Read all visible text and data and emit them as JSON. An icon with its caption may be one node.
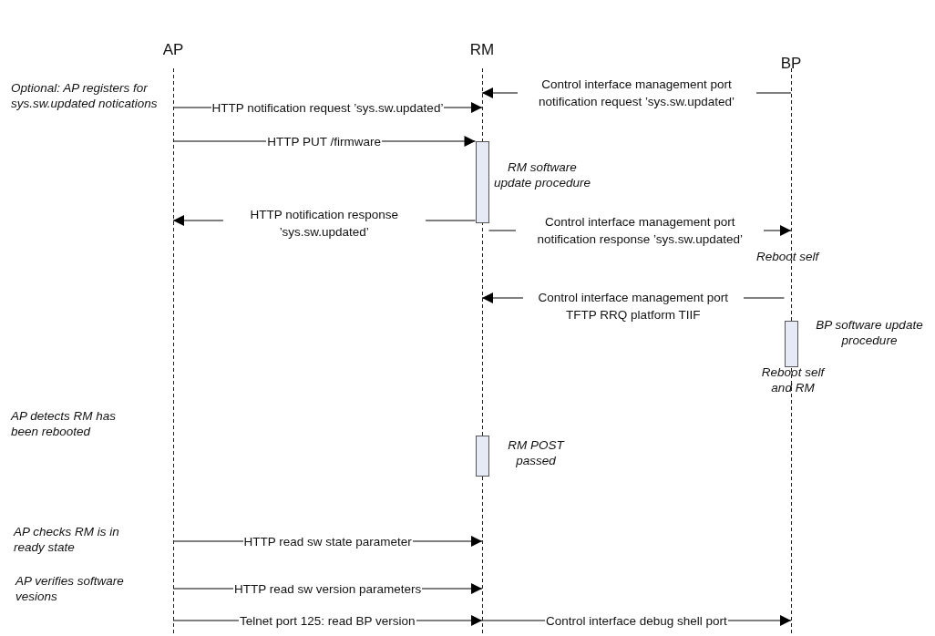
{
  "diagram": {
    "nodes": [
      {
        "text": [
          "AP"
        ]
      },
      {
        "text": [
          "RM"
        ]
      },
      {
        "text": [
          "BP"
        ]
      },
      {
        "text": [],
        "shape": "bar",
        "in": 1,
        "beside": [
          "RM software update procedure"
        ]
      },
      {
        "text": [],
        "shape": "bar",
        "in": 2
      },
      {
        "text": [],
        "shape": "bar",
        "in": 1
      }
    ],
    "edges": [
      {
        "from": 0,
        "to": 1,
        "arrow": "to",
        "label": "HTTP notification request ’sys.sw.updated’"
      },
      {
        "from": 2,
        "to": 1,
        "arrow": "to",
        "label": "Control interface management port notification request ’sys.sw.updated’"
      },
      {
        "from": 0,
        "to": 3,
        "arrow": "to",
        "label": "HTTP PUT /firmware"
      },
      {
        "from": 3,
        "to": 0,
        "arrow": "to",
        "label": "HTTP notification response ’sys.sw.updated’"
      },
      {
        "from": 3,
        "to": 2,
        "arrow": "to",
        "label": "Control interface management port notification response ’sys.sw.updated’"
      },
      {
        "from": 4,
        "to": 1,
        "arrow": "to",
        "label": "Control interface management port TFTP RRQ platform TIIF"
      },
      {
        "from": 0,
        "to": 1,
        "arrow": "to",
        "label": "HTTP read sw state parameter"
      },
      {
        "from": 0,
        "to": 1,
        "arrow": "to",
        "label": "HTTP read sw version parameters"
      },
      {
        "from": 0,
        "to": 1,
        "arrow": "to",
        "label": "Telnet port 125: read BP version"
      },
      {
        "from": 1,
        "to": 2,
        "arrow": "to",
        "label": "Control interface debug shell port"
      }
    ],
    "labels": [
      "Optional: AP registers for sys.sw.updated notications",
      "Reboot self",
      "BP software update procedure",
      "Reboot self and RM",
      "AP detects RM has been rebooted",
      "RM POST passed",
      "AP checks RM is in ready state",
      "AP verifies software vesions"
    ]
  }
}
